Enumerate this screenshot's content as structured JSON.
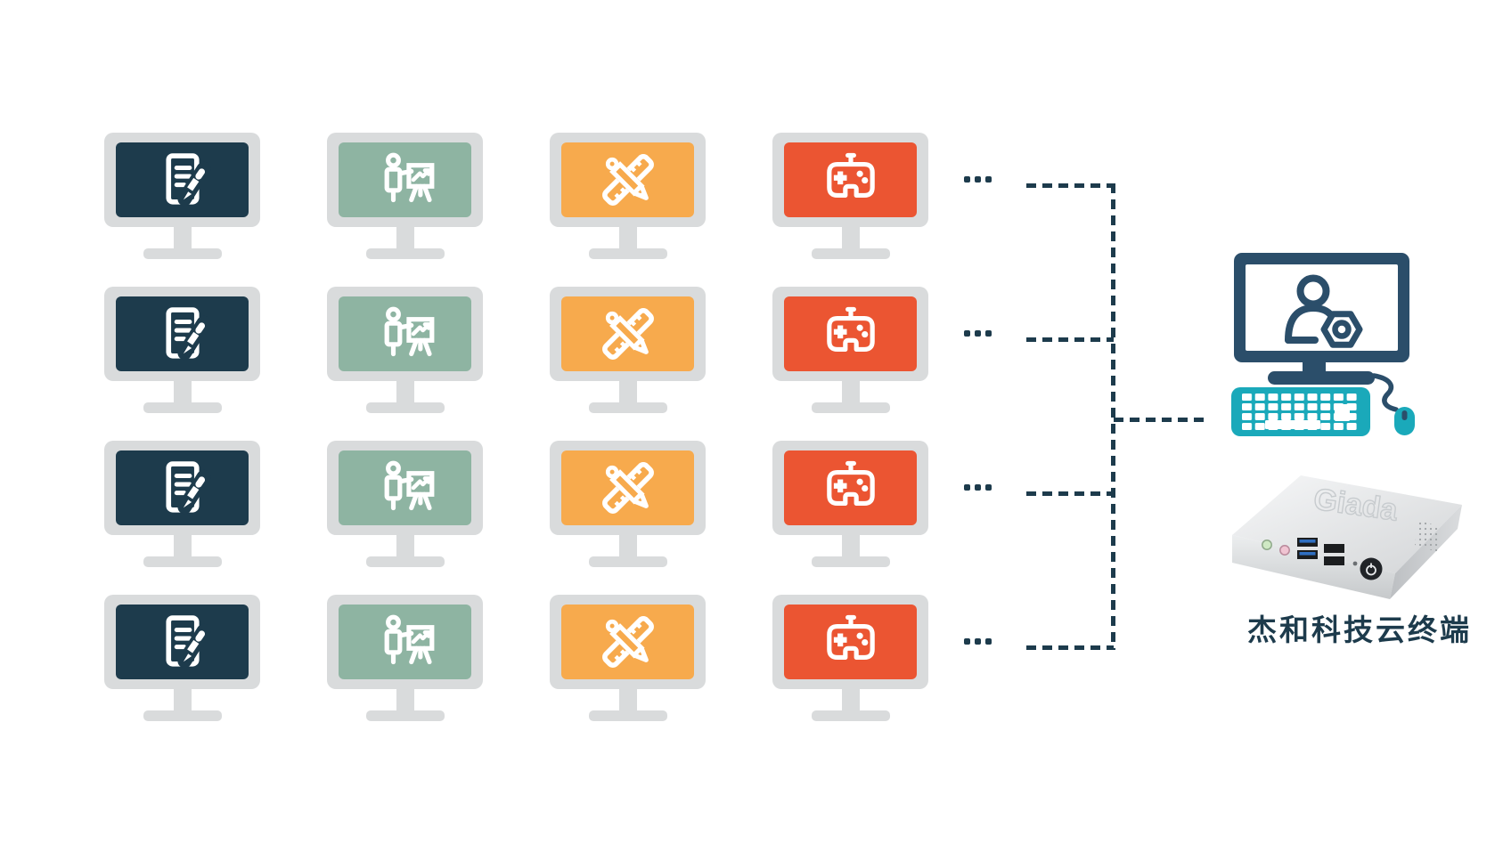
{
  "colors": {
    "navy": "#1D3B4C",
    "green": "#8EB4A2",
    "orange": "#F7AA4D",
    "red": "#EB5532",
    "bezel": "#D9DBDC",
    "frame": "#2B4E6A",
    "teal": "#1AA9BA",
    "text": "#1D3B4C",
    "white": "#FFFFFF"
  },
  "grid": {
    "rows": 4,
    "ellipsis": "...",
    "columns": [
      {
        "icon": "document-edit-icon",
        "color_key": "navy"
      },
      {
        "icon": "presentation-chart-icon",
        "color_key": "green"
      },
      {
        "icon": "ruler-pencil-icon",
        "color_key": "orange"
      },
      {
        "icon": "gamepad-icon",
        "color_key": "red"
      }
    ]
  },
  "connections": {
    "style": "dashed",
    "color_key": "navy"
  },
  "workstation": {
    "screen_icon": "user-gear-icon",
    "monitor_color_key": "frame",
    "peripherals_color_key": "teal"
  },
  "device": {
    "embossed_logo": "Giada",
    "label": "杰和科技云终端"
  }
}
